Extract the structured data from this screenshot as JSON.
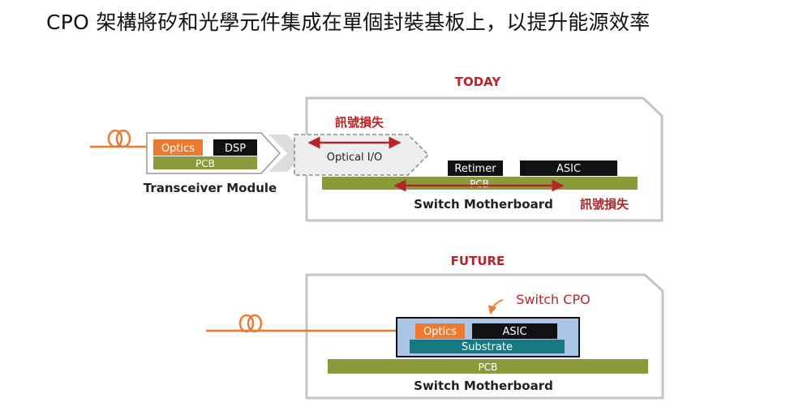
{
  "title": "CPO 架構將矽和光學元件集成在單個封裝基板上，以提升能源效率",
  "colors": {
    "red": "#b5252a",
    "orange": "#ec7a2f",
    "olive": "#8b9b3c",
    "black": "#111111",
    "teal": "#157a80",
    "light_blue": "#a9c6e6",
    "border_gray": "#c4c4c4",
    "dash_gray": "#999999",
    "chevron_gray": "#dcdcdc"
  },
  "today": {
    "heading": "TODAY",
    "module": {
      "optics": "Optics",
      "dsp": "DSP",
      "pcb": "PCB",
      "caption": "Transceiver Module"
    },
    "optical_io": "Optical I/O",
    "signal_loss_top": "訊號損失",
    "retimer": "Retimer",
    "asic": "ASIC",
    "pcb": "PCB",
    "board_label": "Switch Motherboard",
    "signal_loss_right": "訊號損失"
  },
  "future": {
    "heading": "FUTURE",
    "cpo_label": "Switch CPO",
    "optics": "Optics",
    "asic": "ASIC",
    "substrate": "Substrate",
    "pcb": "PCB",
    "board_label": "Switch Motherboard"
  }
}
